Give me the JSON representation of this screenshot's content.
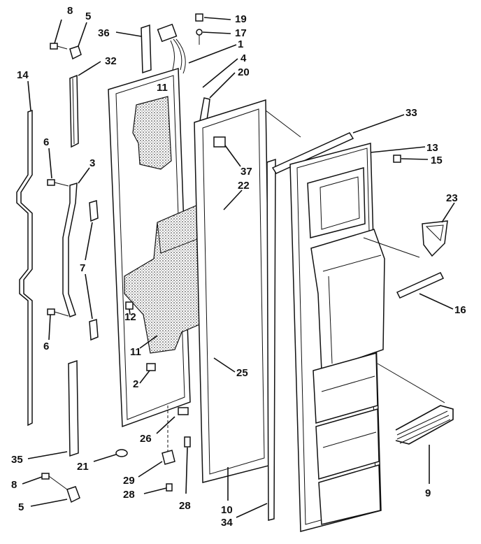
{
  "diagram": {
    "labels": [
      {
        "id": "c8a",
        "text": "8"
      },
      {
        "id": "c5a",
        "text": "5"
      },
      {
        "id": "c36",
        "text": "36"
      },
      {
        "id": "c19",
        "text": "19"
      },
      {
        "id": "c17",
        "text": "17"
      },
      {
        "id": "c1",
        "text": "1"
      },
      {
        "id": "c4",
        "text": "4"
      },
      {
        "id": "c20",
        "text": "20"
      },
      {
        "id": "c32",
        "text": "32"
      },
      {
        "id": "c14",
        "text": "14"
      },
      {
        "id": "c11a",
        "text": "11"
      },
      {
        "id": "c33",
        "text": "33"
      },
      {
        "id": "c13",
        "text": "13"
      },
      {
        "id": "c15",
        "text": "15"
      },
      {
        "id": "c6a",
        "text": "6"
      },
      {
        "id": "c3",
        "text": "3"
      },
      {
        "id": "c37",
        "text": "37"
      },
      {
        "id": "c22",
        "text": "22"
      },
      {
        "id": "c23",
        "text": "23"
      },
      {
        "id": "c7",
        "text": "7"
      },
      {
        "id": "c12",
        "text": "12"
      },
      {
        "id": "c16",
        "text": "16"
      },
      {
        "id": "c6b",
        "text": "6"
      },
      {
        "id": "c11b",
        "text": "11"
      },
      {
        "id": "c25",
        "text": "25"
      },
      {
        "id": "c2",
        "text": "2"
      },
      {
        "id": "c26",
        "text": "26"
      },
      {
        "id": "c35",
        "text": "35"
      },
      {
        "id": "c21",
        "text": "21"
      },
      {
        "id": "c29",
        "text": "29"
      },
      {
        "id": "c8b",
        "text": "8"
      },
      {
        "id": "c28a",
        "text": "28"
      },
      {
        "id": "c28b",
        "text": "28"
      },
      {
        "id": "c5b",
        "text": "5"
      },
      {
        "id": "c10",
        "text": "10"
      },
      {
        "id": "c34",
        "text": "34"
      },
      {
        "id": "c9",
        "text": "9"
      }
    ]
  }
}
